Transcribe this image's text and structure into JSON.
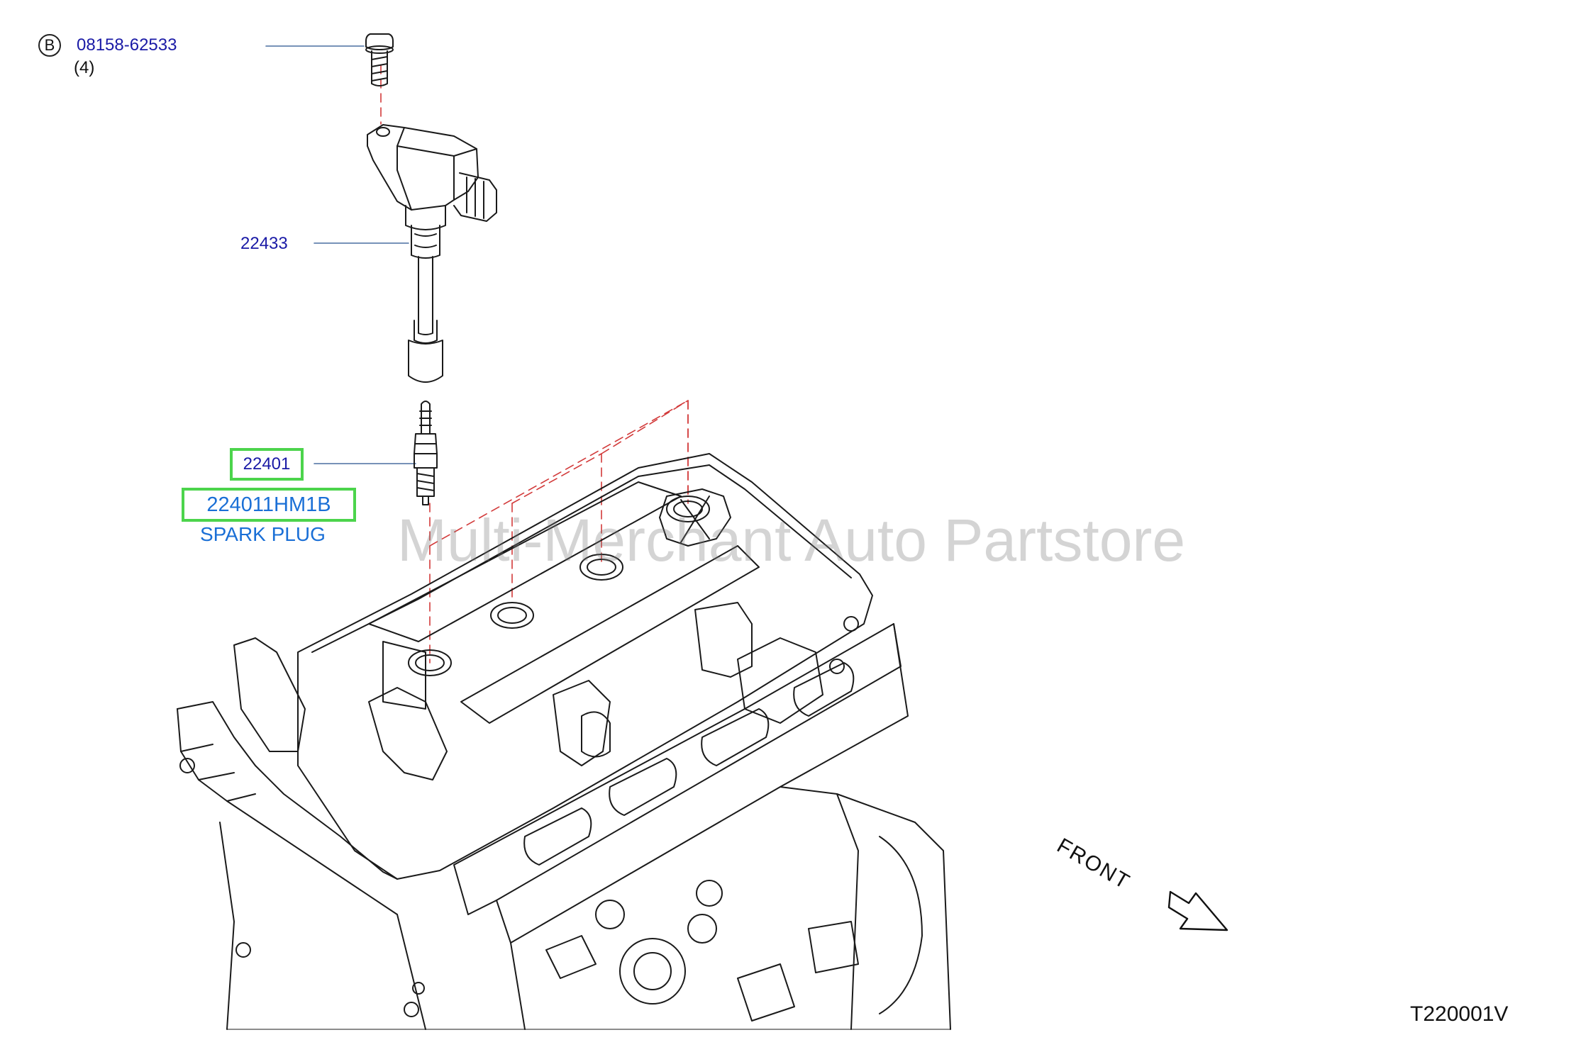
{
  "callouts": {
    "bolt": {
      "marker": "B",
      "part_number": "08158-62533",
      "quantity": "(4)"
    },
    "coil": {
      "part_number": "22433"
    },
    "spark_plug": {
      "part_number": "22401",
      "alt_part_number": "224011HM1B",
      "name": "SPARK PLUG"
    }
  },
  "watermark": "Multi-Merchant Auto Partstore",
  "orientation_label": "FRONT",
  "drawing_id": "T220001V",
  "colors": {
    "part_number_text": "#1a1aa6",
    "description_text": "#1a6fd6",
    "highlight_border": "#4cd44c",
    "leader_line": "#4a6fa0",
    "dashed_line": "#d23a3a",
    "line_art": "#1a1a1a"
  }
}
